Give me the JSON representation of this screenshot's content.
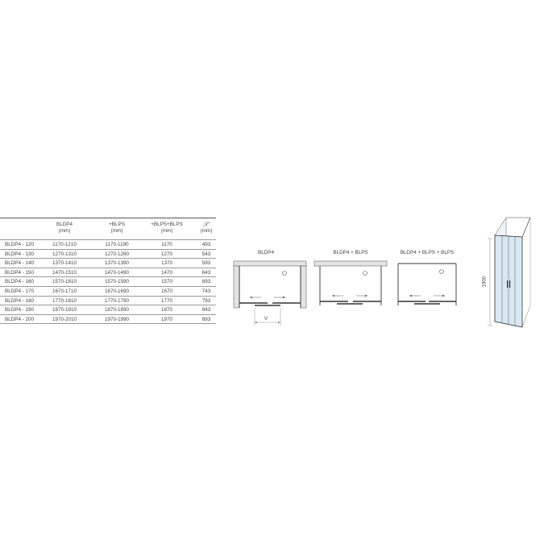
{
  "table": {
    "headers": [
      {
        "label": "",
        "unit": ""
      },
      {
        "label": "BLDP4",
        "unit": "(mm)"
      },
      {
        "label": "+BLPS",
        "unit": "(mm)"
      },
      {
        "label": "+BLPS+BLPS",
        "unit": "(mm)"
      },
      {
        "label": "„V“",
        "unit": "(mm)"
      }
    ],
    "rows": [
      [
        "BLDP4 - 120",
        "1170-1210",
        "1170-1190",
        "1170",
        "493"
      ],
      [
        "BLDP4 - 130",
        "1270-1310",
        "1270-1290",
        "1270",
        "543"
      ],
      [
        "BLDP4 - 140",
        "1370-1410",
        "1370-1390",
        "1370",
        "593"
      ],
      [
        "BLDP4 - 150",
        "1470-1510",
        "1470-1490",
        "1470",
        "643"
      ],
      [
        "BLDP4 - 160",
        "1570-1610",
        "1570-1590",
        "1570",
        "693"
      ],
      [
        "BLDP4 - 170",
        "1670-1710",
        "1670-1690",
        "1670",
        "743"
      ],
      [
        "BLDP4 - 180",
        "1770-1810",
        "1770-1790",
        "1770",
        "793"
      ],
      [
        "BLDP4 - 190",
        "1870-1910",
        "1870-1890",
        "1870",
        "843"
      ],
      [
        "BLDP4 - 200",
        "1970-2010",
        "1970-1990",
        "1970",
        "893"
      ]
    ]
  },
  "diagrams": {
    "d1_label": "BLDP4",
    "d2_label": "BLDP4 + BLPS",
    "d3_label": "BLDP4 + BLPS + BLPS",
    "v_label": "V",
    "height_label": "1900"
  }
}
